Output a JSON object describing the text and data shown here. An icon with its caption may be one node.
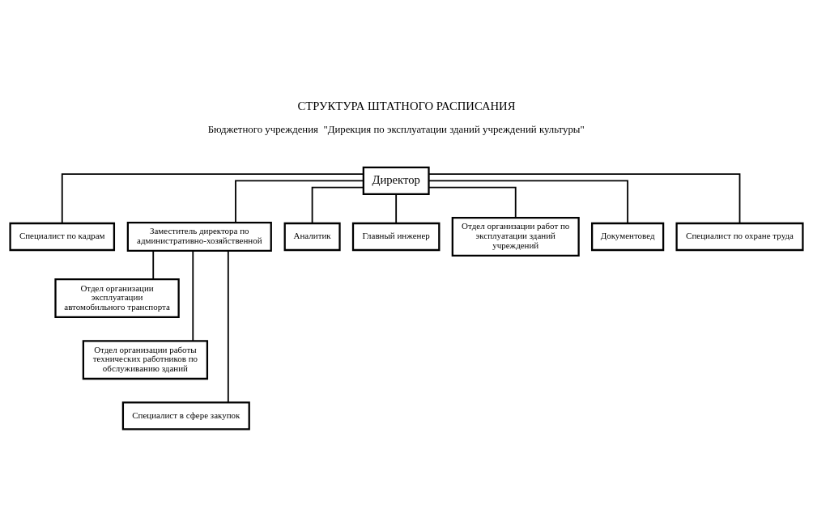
{
  "diagram": {
    "title": "СТРУКТУРА ШТАТНОГО РАСПИСАНИЯ",
    "nodes": [
      {
        "text": [
          "Директор"
        ]
      },
      {
        "text": [
          "Специалист по кадрам"
        ]
      },
      {
        "text": [
          "Заместитель директора по административно-хозяйственной"
        ]
      },
      {
        "text": [
          "Аналитик"
        ]
      },
      {
        "text": [
          "Главный инженер"
        ]
      },
      {
        "text": [
          "Отдел организации работ по эксплуатации зданий учреждений"
        ]
      },
      {
        "text": [
          "Документовед"
        ]
      },
      {
        "text": [
          "Специалист по охране труда"
        ]
      },
      {
        "text": [
          "Отдел организации эксплуатации автомобильного транспорта"
        ]
      },
      {
        "text": [
          "Отдел организации работы технических работников по обслуживанию зданий"
        ]
      },
      {
        "text": [
          "Специалист в сфере закупок"
        ]
      }
    ],
    "edges": [
      {
        "from": 0,
        "to": 1,
        "arrow": "none"
      },
      {
        "from": 0,
        "to": 2,
        "arrow": "none"
      },
      {
        "from": 0,
        "to": 3,
        "arrow": "none"
      },
      {
        "from": 0,
        "to": 4,
        "arrow": "none"
      },
      {
        "from": 0,
        "to": 5,
        "arrow": "none"
      },
      {
        "from": 0,
        "to": 6,
        "arrow": "none"
      },
      {
        "from": 0,
        "to": 7,
        "arrow": "none"
      },
      {
        "from": 2,
        "to": 8,
        "arrow": "none"
      },
      {
        "from": 2,
        "to": 9,
        "arrow": "none"
      },
      {
        "from": 2,
        "to": 10,
        "arrow": "none"
      }
    ],
    "labels": [
      "Бюджетного учреждения  \"Дирекция по эксплуатации зданий учреждений культуры\""
    ]
  }
}
